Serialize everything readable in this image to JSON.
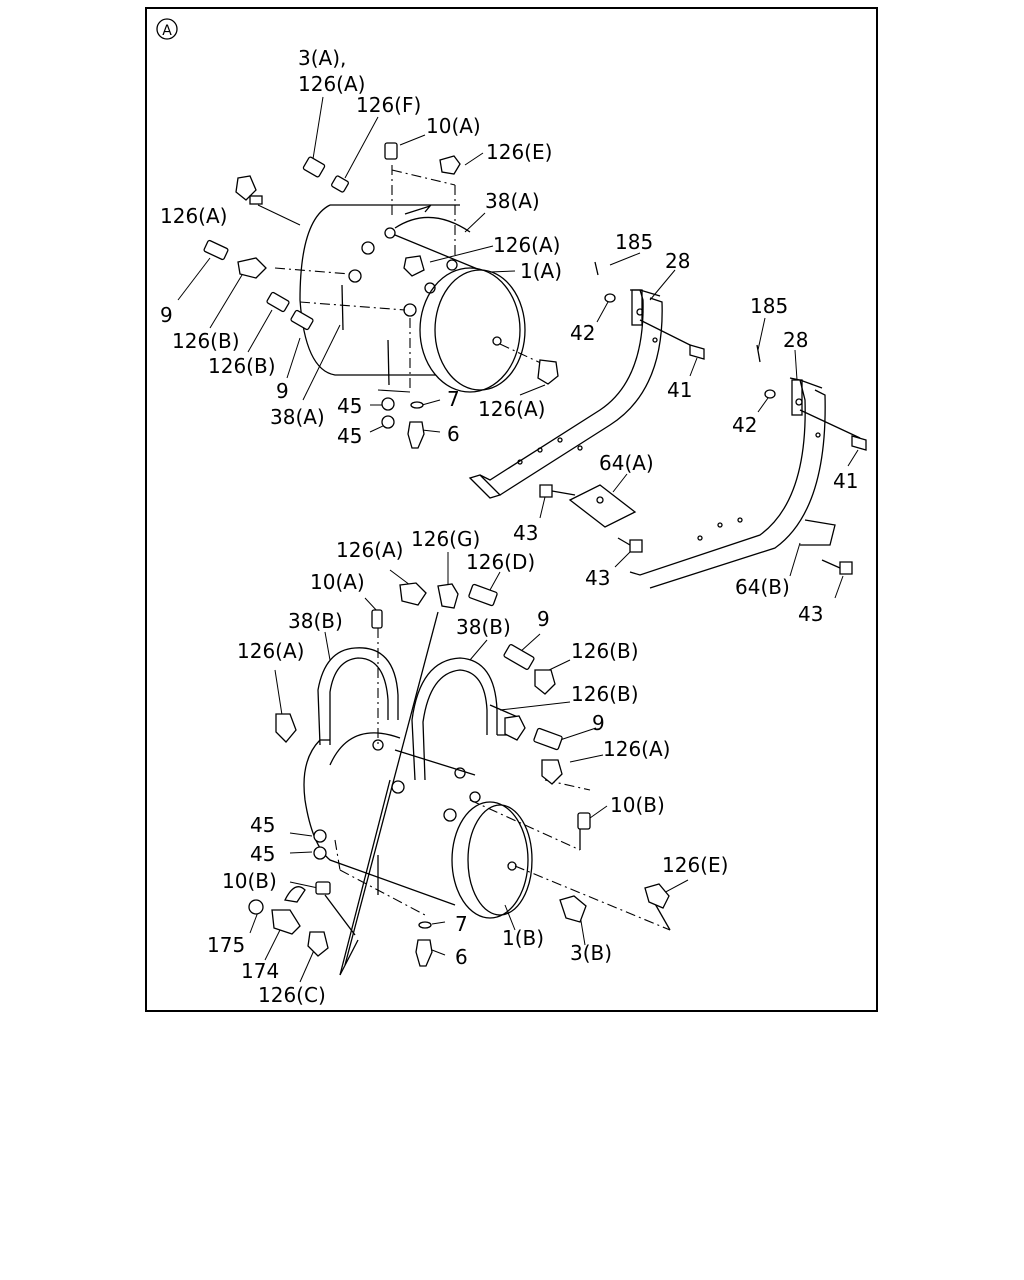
{
  "view_marker": "A",
  "labels": {
    "l_3a": "3(A),",
    "l_126a_1": "126(A)",
    "l_126f": "126(F)",
    "l_10a_1": "10(A)",
    "l_126e_1": "126(E)",
    "l_38a_1": "38(A)",
    "l_126a_2": "126(A)",
    "l_126a_3": "126(A)",
    "l_1a": "1(A)",
    "l_9_1": "9",
    "l_126b_1": "126(B)",
    "l_126b_2": "126(B)",
    "l_9_2": "9",
    "l_38a_2": "38(A)",
    "l_45_1": "45",
    "l_7_1": "7",
    "l_45_2": "45",
    "l_6_1": "6",
    "l_126a_4": "126(A)",
    "l_185_1": "185",
    "l_28_1": "28",
    "l_42_1": "42",
    "l_41_1": "41",
    "l_185_2": "185",
    "l_28_2": "28",
    "l_42_2": "42",
    "l_41_2": "41",
    "l_64a": "64(A)",
    "l_43_1": "43",
    "l_43_2": "43",
    "l_64b": "64(B)",
    "l_43_3": "43",
    "l_126a_5": "126(A)",
    "l_126g": "126(G)",
    "l_126d": "126(D)",
    "l_10a_2": "10(A)",
    "l_38b_1": "38(B)",
    "l_38b_2": "38(B)",
    "l_9_3": "9",
    "l_126a_6": "126(A)",
    "l_126b_3": "126(B)",
    "l_126b_4": "126(B)",
    "l_9_4": "9",
    "l_126a_7": "126(A)",
    "l_10b_1": "10(B)",
    "l_45_3": "45",
    "l_45_4": "45",
    "l_10b_2": "10(B)",
    "l_126e_2": "126(E)",
    "l_7_2": "7",
    "l_175": "175",
    "l_174": "174",
    "l_6_2": "6",
    "l_1b": "1(B)",
    "l_3b": "3(B)",
    "l_126c": "126(C)"
  }
}
